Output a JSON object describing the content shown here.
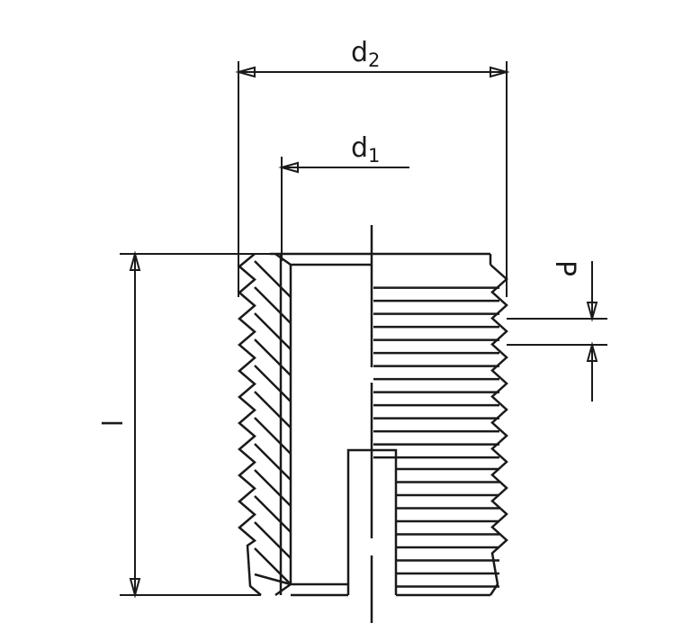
{
  "labels": {
    "d2_main": "d",
    "d2_sub": "2",
    "d1_main": "d",
    "d1_sub": "1",
    "pitch": "P",
    "length": "l"
  },
  "colors": {
    "line": "#1a1a1a",
    "background": "#ffffff"
  }
}
